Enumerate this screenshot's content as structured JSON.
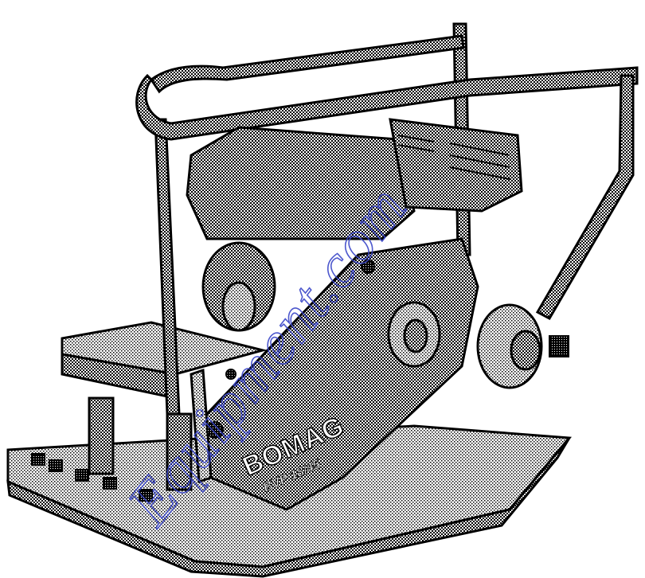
{
  "illustration": {
    "brand": "BOMAG",
    "model": "BVP 18/45",
    "colors": {
      "ink": "#000000",
      "paper": "#ffffff",
      "watermark": "#3a46c8"
    }
  },
  "watermark": {
    "text": "Equipment.com"
  }
}
